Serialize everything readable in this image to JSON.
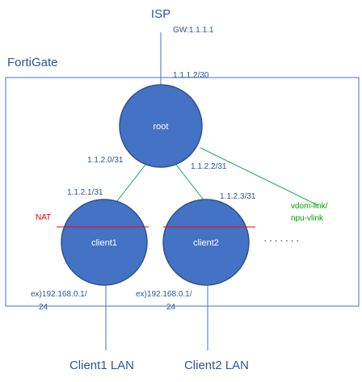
{
  "isp": {
    "label": "ISP",
    "gateway": "GW:1.1.1.1"
  },
  "fortigate": {
    "label": "FortiGate"
  },
  "root": {
    "label": "root",
    "uplink_ip": "1.1.1.2/30",
    "ip_left": "1.1.2.0/31",
    "ip_right": "1.1.2.2/31"
  },
  "client1": {
    "label": "client1",
    "ip": "1.1.2.1/31",
    "lan_ip_line1": "ex)192.168.0.1/",
    "lan_ip_line2": "24",
    "lan_label": "Client1 LAN"
  },
  "client2": {
    "label": "client2",
    "ip": "1.1.2.3/31",
    "lan_ip_line1": "ex)192.168.0.1/",
    "lan_ip_line2": "24",
    "lan_label": "Client2 LAN"
  },
  "nat": {
    "label": "NAT"
  },
  "vdom_link": {
    "line1": "vdom-link/",
    "line2": "npu-vlink"
  },
  "more": {
    "label": "·······"
  },
  "colors": {
    "node_fill": "#4472c4",
    "node_stroke": "#2f528f",
    "link_blue": "#4472c4",
    "link_green": "#00b050",
    "nat_red": "#ff0000",
    "text_blue": "#2f5597"
  }
}
